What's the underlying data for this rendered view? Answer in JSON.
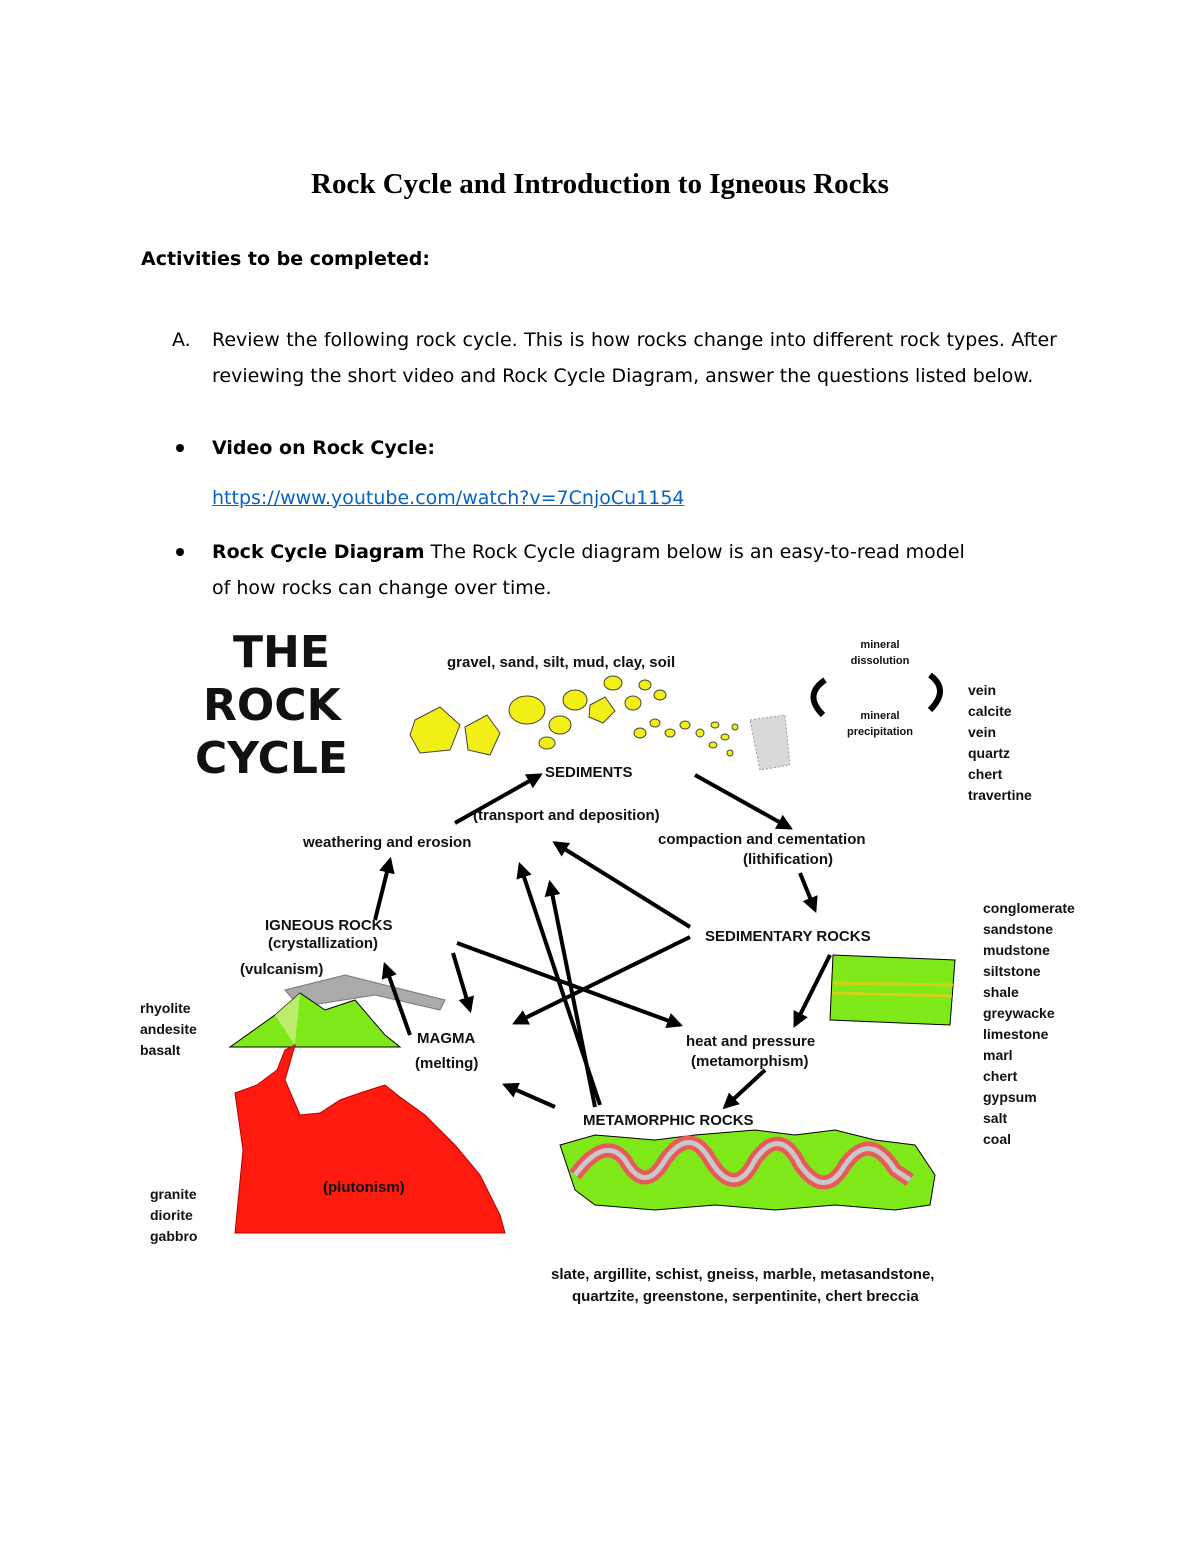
{
  "document": {
    "title": "Rock Cycle and Introduction to Igneous Rocks",
    "subheading": "Activities to be completed:",
    "item_a": {
      "marker": "A.",
      "text": "Review the following rock cycle. This is how rocks change into different rock types. After reviewing the short video and Rock Cycle Diagram, answer the questions listed below."
    },
    "bullet_video": {
      "label": "Video on Rock Cycle:",
      "link": "https://www.youtube.com/watch?v=7CnjoCu1154"
    },
    "bullet_diagram": {
      "label": "Rock Cycle Diagram",
      "text_line1": " The Rock Cycle diagram below is an easy-to-read model",
      "text_line2": "of how rocks can change over time."
    }
  },
  "diagram": {
    "heading_1": "THE",
    "heading_2": "ROCK",
    "heading_3": "CYCLE",
    "sediment_sources": "gravel, sand, silt, mud, clay, soil",
    "mineral_dissolution_1": "mineral",
    "mineral_dissolution_2": "dissolution",
    "mineral_precipitation_1": "mineral",
    "mineral_precipitation_2": "precipitation",
    "vein_list": [
      "vein",
      "calcite",
      "vein",
      "quartz",
      "chert",
      "travertine"
    ],
    "sediments": "SEDIMENTS",
    "transport": "(transport and deposition)",
    "weathering": "weathering and erosion",
    "compaction_1": "compaction and cementation",
    "compaction_2": "(lithification)",
    "igneous_1": "IGNEOUS ROCKS",
    "igneous_2": "(crystallization)",
    "vulcanism": "(vulcanism)",
    "sedimentary": "SEDIMENTARY ROCKS",
    "sedimentary_list": [
      "conglomerate",
      "sandstone",
      "mudstone",
      "siltstone",
      "shale",
      "greywacke",
      "limestone",
      "marl",
      "chert",
      "gypsum",
      "salt",
      "coal"
    ],
    "volcanic_list": [
      "rhyolite",
      "andesite",
      "basalt"
    ],
    "magma_1": "MAGMA",
    "magma_2": "(melting)",
    "heat_1": "heat and pressure",
    "heat_2": "(metamorphism)",
    "metamorphic": "METAMORPHIC ROCKS",
    "plutonism": "(plutonism)",
    "plutonic_list": [
      "granite",
      "diorite",
      "gabbro"
    ],
    "metamorphic_list_1": "slate, argillite, schist, gneiss, marble, metasandstone,",
    "metamorphic_list_2": "quartzite, greenstone, serpentinite, chert breccia"
  }
}
